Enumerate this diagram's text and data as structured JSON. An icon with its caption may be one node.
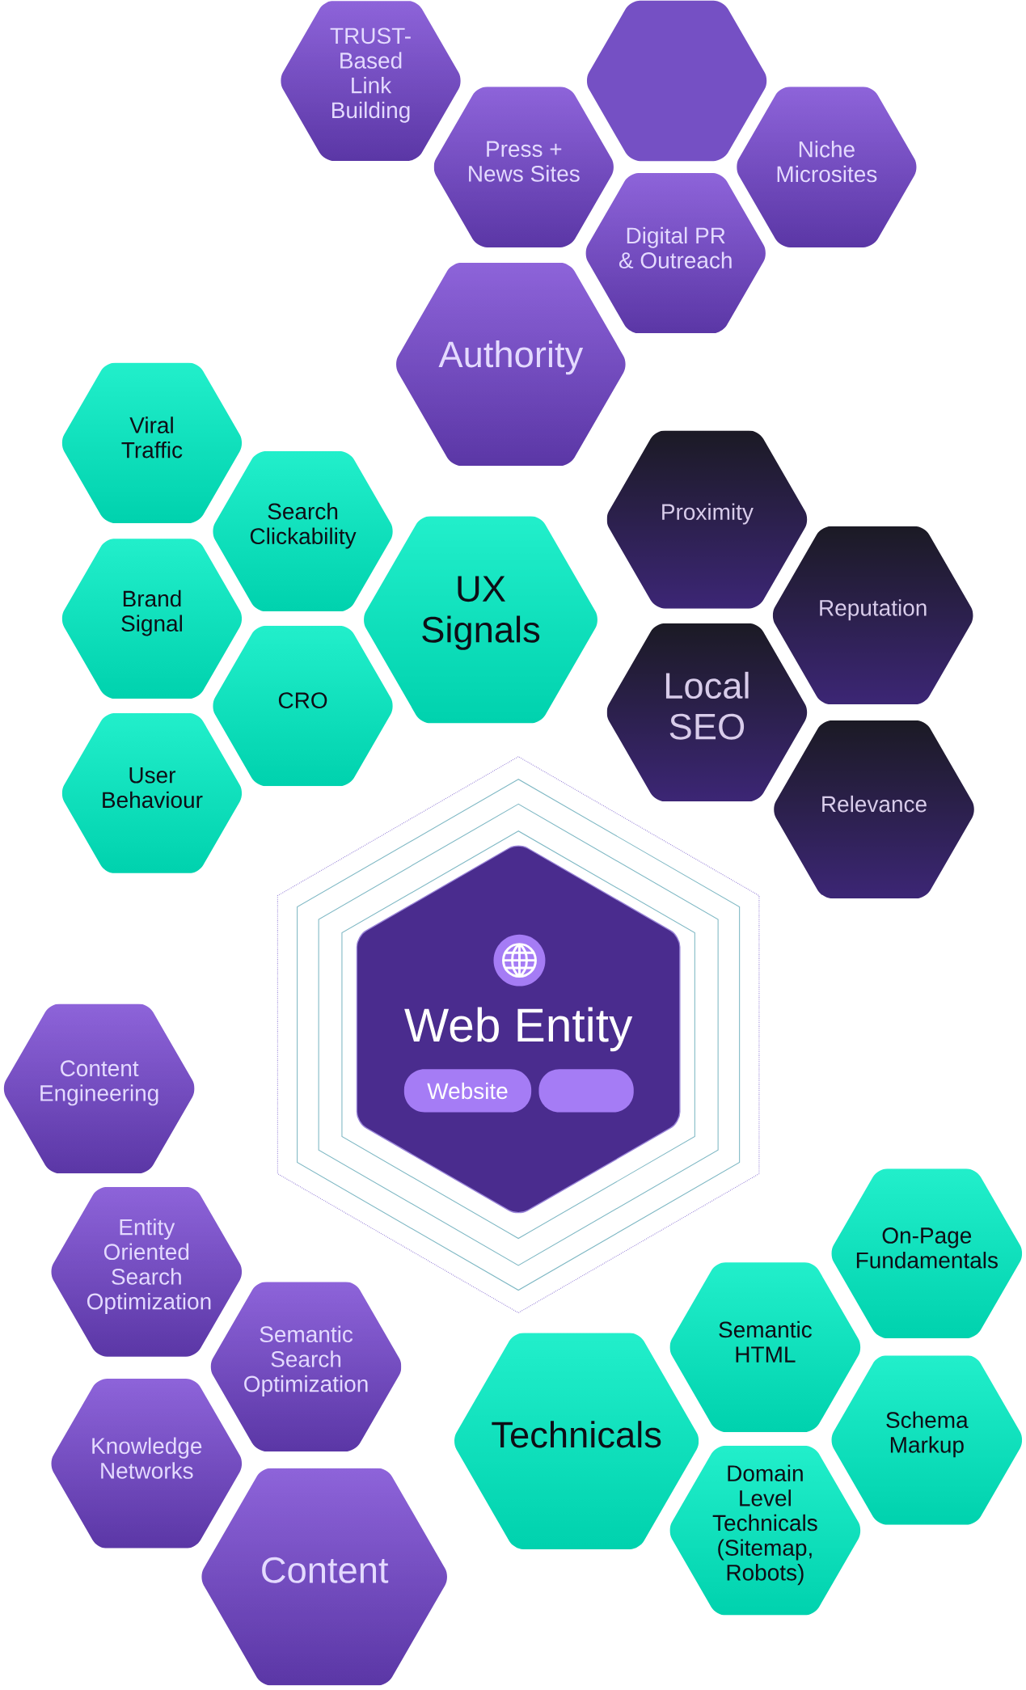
{
  "diagram": {
    "nodes": [
      {
        "text": [
          "Authority"
        ]
      },
      {
        "text": [
          "TRUST-Based Link Building"
        ]
      },
      {
        "text": [
          "Press + News Sites"
        ]
      },
      {
        "text": [],
        "shape": "hexagon"
      },
      {
        "text": [
          "Niche Microsites"
        ]
      },
      {
        "text": [
          "Digital PR & Outreach"
        ]
      },
      {
        "text": [
          "UX Signals"
        ]
      },
      {
        "text": [
          "Viral Traffic"
        ]
      },
      {
        "text": [
          "Search Clickability"
        ]
      },
      {
        "text": [
          "Brand Signal"
        ]
      },
      {
        "text": [
          "CRO"
        ]
      },
      {
        "text": [
          "User Behaviour"
        ]
      },
      {
        "text": [
          "Local SEO"
        ]
      },
      {
        "text": [
          "Proximity"
        ]
      },
      {
        "text": [
          "Reputation"
        ]
      },
      {
        "text": [
          "Relevance"
        ]
      },
      {
        "text": [
          "Web Entity"
        ]
      },
      {
        "text": [
          "Website"
        ],
        "in": 16
      },
      {
        "text": [],
        "shape": "box",
        "in": 16
      },
      {
        "text": [
          "Content Engineering"
        ]
      },
      {
        "text": [
          "Entity Oriented Search Optimization"
        ]
      },
      {
        "text": [
          "Semantic Search Optimization"
        ]
      },
      {
        "text": [
          "Knowledge Networks"
        ]
      },
      {
        "text": [
          "Content"
        ]
      },
      {
        "text": [
          "Technicals"
        ]
      },
      {
        "text": [
          "Semantic HTML"
        ]
      },
      {
        "text": [
          "On-Page Fundamentals"
        ]
      },
      {
        "text": [
          "Schema Markup"
        ]
      },
      {
        "text": [
          "Domain Level Technicals (Sitemap, Robots)"
        ]
      }
    ]
  }
}
